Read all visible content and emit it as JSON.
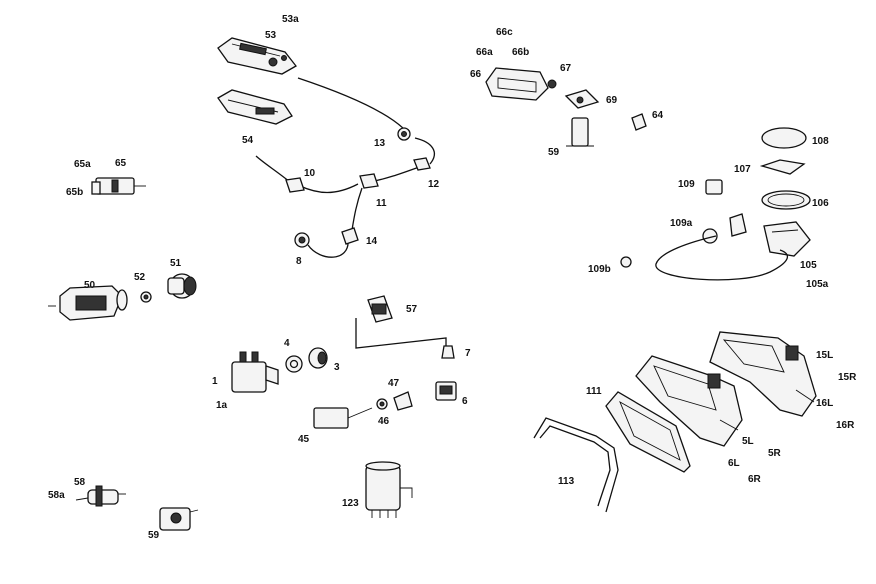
{
  "diagram": {
    "labels": {
      "l53a": "53a",
      "l53": "53",
      "l54": "54",
      "l13": "13",
      "l10": "10",
      "l11": "11",
      "l12": "12",
      "l14": "14",
      "l8": "8",
      "l65a": "65a",
      "l65": "65",
      "l65b": "65b",
      "l50": "50",
      "l52": "52",
      "l51": "51",
      "l57": "57",
      "l7": "7",
      "l4": "4",
      "l3": "3",
      "l1": "1",
      "l1a": "1a",
      "l47": "47",
      "l46": "46",
      "l6": "6",
      "l45": "45",
      "l58": "58",
      "l58a": "58a",
      "l59b": "59",
      "l123": "123",
      "l66c": "66c",
      "l66a": "66a",
      "l66b": "66b",
      "l66": "66",
      "l67": "67",
      "l69": "69",
      "l64": "64",
      "l59t": "59",
      "l108": "108",
      "l107": "107",
      "l109": "109",
      "l106": "106",
      "l109a": "109a",
      "l109b": "109b",
      "l105": "105",
      "l105a": "105a",
      "l111": "111",
      "l113": "113",
      "l5L": "5L",
      "l5R": "5R",
      "l6L": "6L",
      "l6R": "6R",
      "l15L": "15L",
      "l15R": "15R",
      "l16L": "16L",
      "l16R": "16R"
    }
  }
}
